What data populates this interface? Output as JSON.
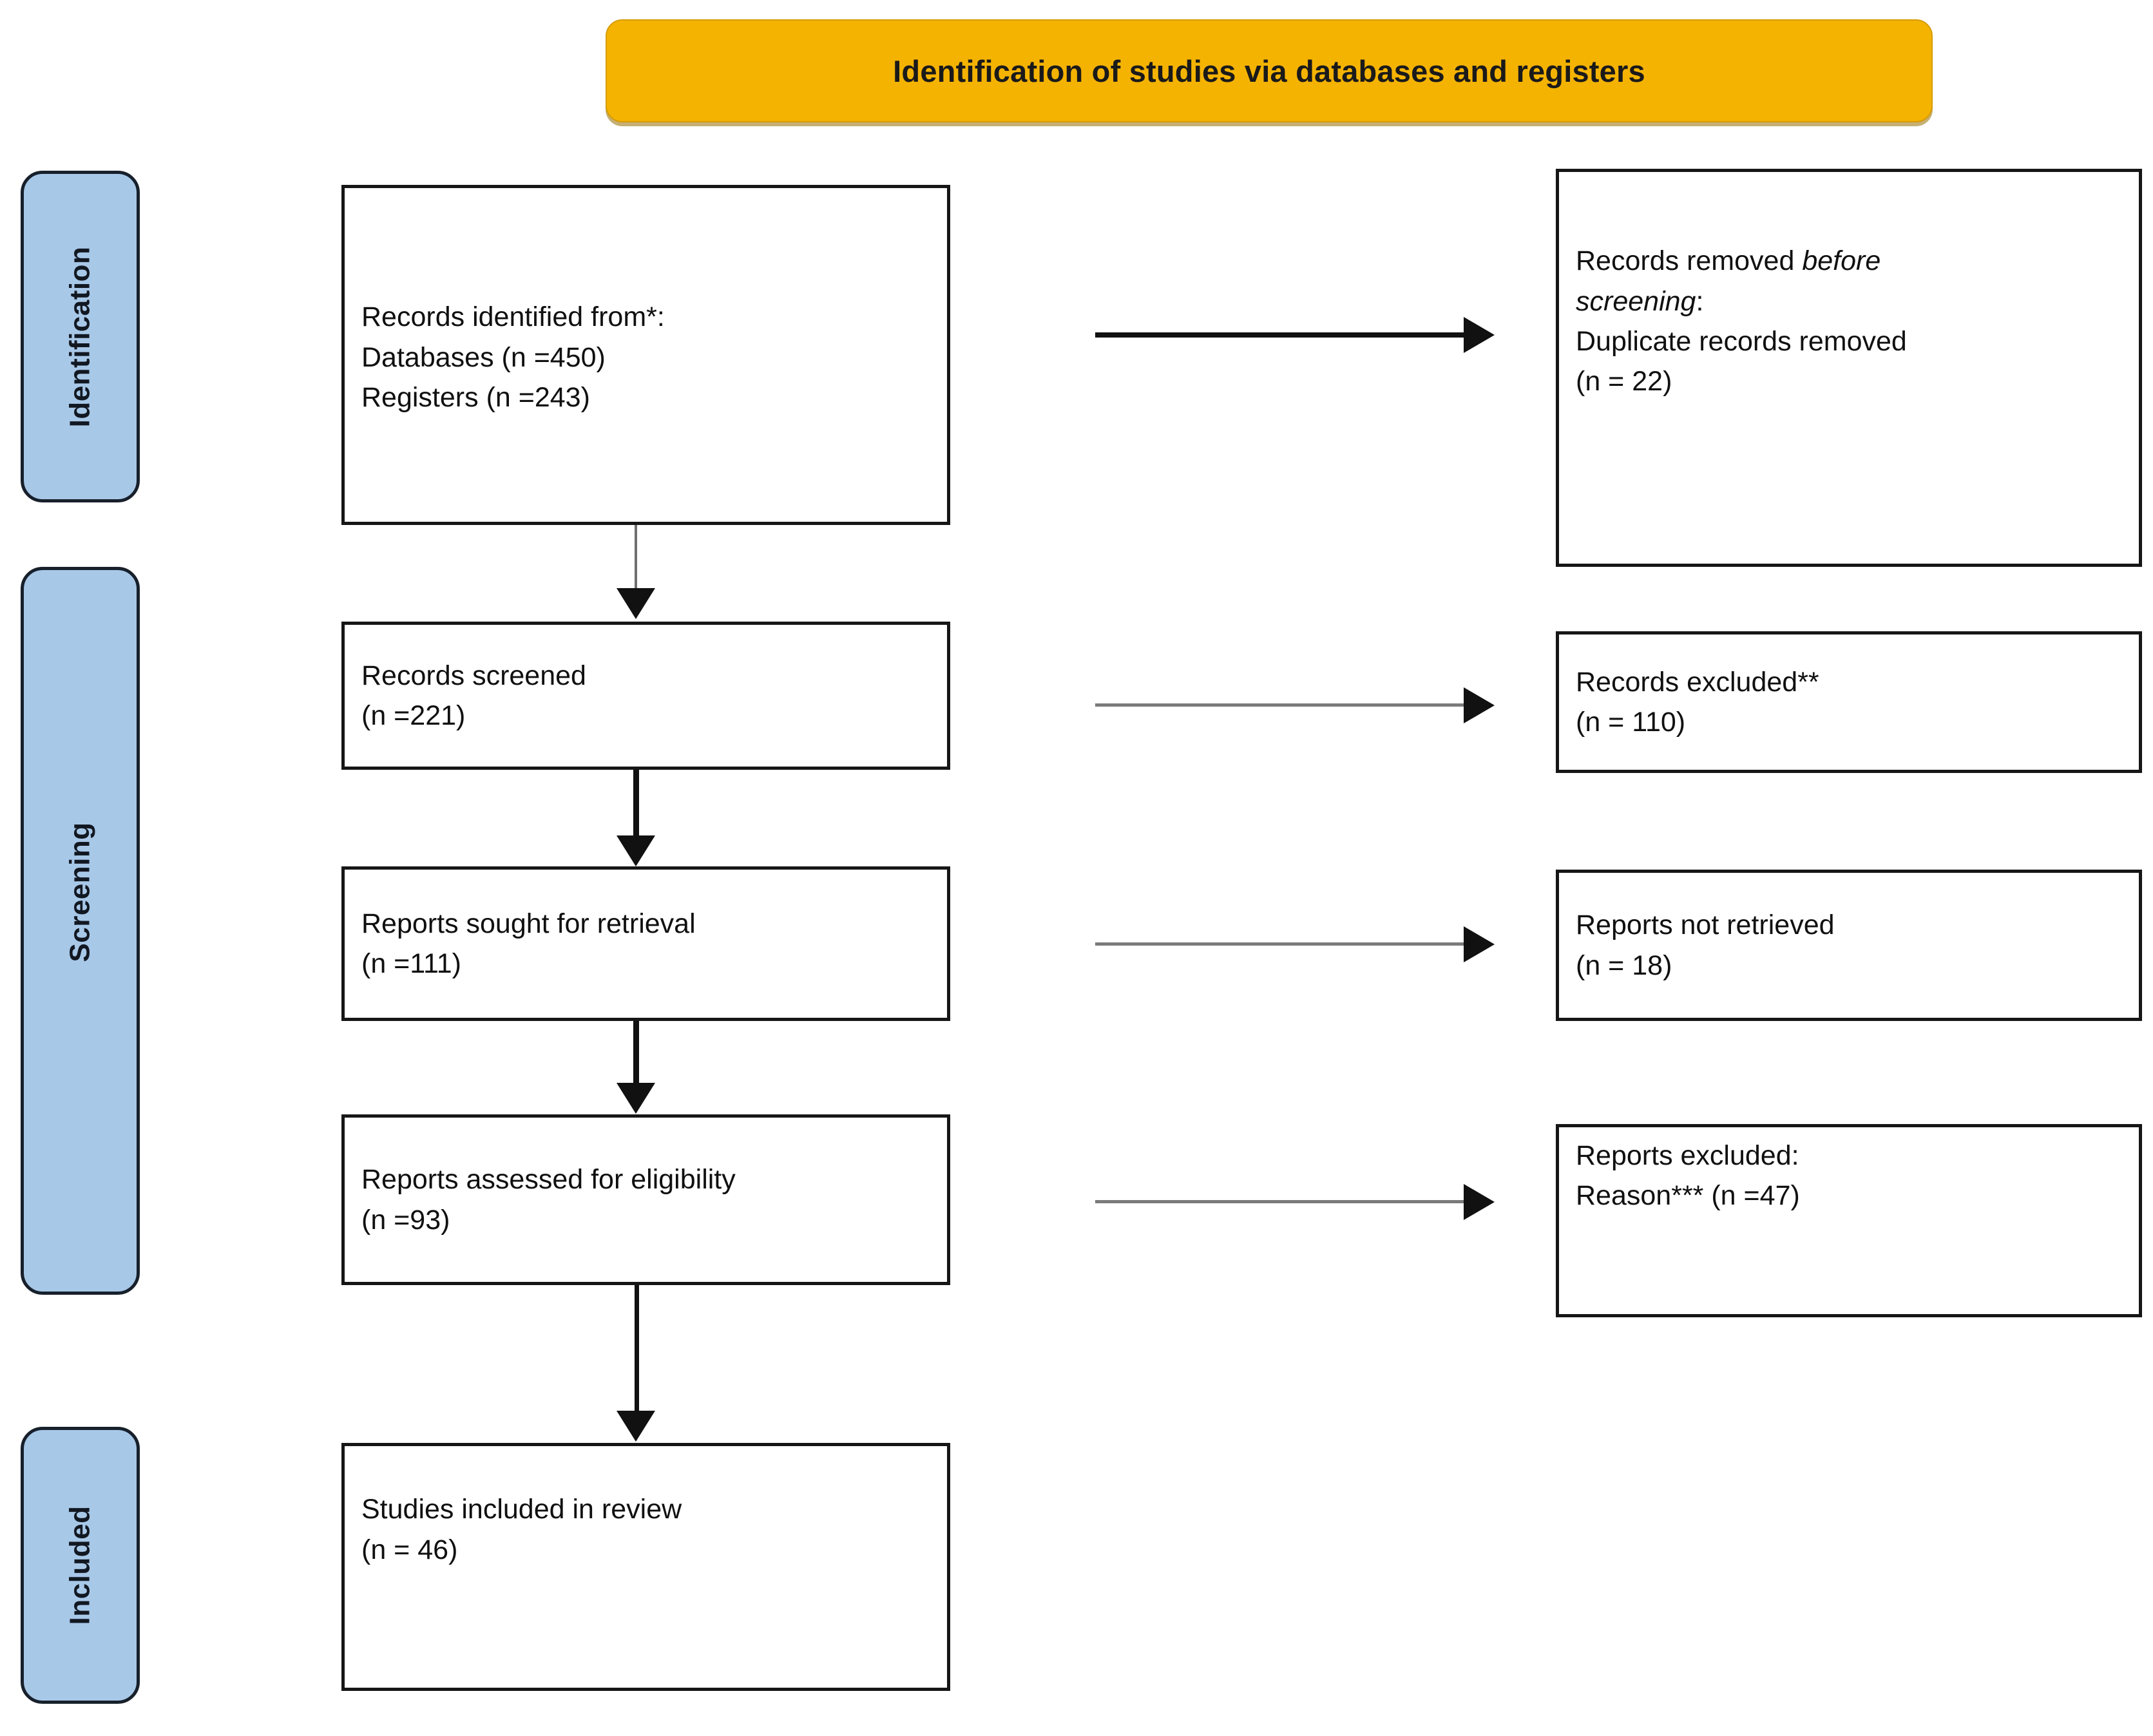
{
  "banner": {
    "title": "Identification of studies via databases and registers",
    "color": "#f5b301"
  },
  "stages": {
    "identification": "Identification",
    "screening": "Screening",
    "included": "Included",
    "color": "#a8c8e8"
  },
  "boxes": {
    "identified": {
      "line1": "Records identified from*:",
      "line2": "Databases (n =450)",
      "line3": "Registers (n =243)"
    },
    "removed_before_screening": {
      "line1_prefix": "Records removed ",
      "line1_italic": "before",
      "line2_italic": "screening",
      "line2_suffix": ":",
      "line3": "Duplicate records removed",
      "line4": "(n = 22)"
    },
    "screened": {
      "line1": "Records screened",
      "line2": "(n =221)"
    },
    "records_excluded": {
      "line1": "Records excluded**",
      "line2": "(n = 110)"
    },
    "sought_for_retrieval": {
      "line1": "Reports sought for retrieval",
      "line2": "(n =111)"
    },
    "not_retrieved": {
      "line1": "Reports not retrieved",
      "line2": "(n = 18)"
    },
    "assessed_for_eligibility": {
      "line1": "Reports assessed for eligibility",
      "line2": "(n =93)"
    },
    "reports_excluded": {
      "line1": "Reports excluded:",
      "line2": "Reason*** (n =47)"
    },
    "studies_included": {
      "line1": "Studies included in review",
      "line2": "(n = 46)"
    }
  },
  "chart_data": {
    "type": "diagram",
    "title": "Identification of studies via databases and registers",
    "flow": [
      {
        "stage": "Identification",
        "node": "Records identified from databases",
        "n": 450
      },
      {
        "stage": "Identification",
        "node": "Records identified from registers",
        "n": 243
      },
      {
        "stage": "Identification",
        "node": "Duplicate records removed before screening",
        "n": 22
      },
      {
        "stage": "Screening",
        "node": "Records screened",
        "n": 221
      },
      {
        "stage": "Screening",
        "node": "Records excluded",
        "n": 110
      },
      {
        "stage": "Screening",
        "node": "Reports sought for retrieval",
        "n": 111
      },
      {
        "stage": "Screening",
        "node": "Reports not retrieved",
        "n": 18
      },
      {
        "stage": "Screening",
        "node": "Reports assessed for eligibility",
        "n": 93
      },
      {
        "stage": "Screening",
        "node": "Reports excluded (Reason)",
        "n": 47
      },
      {
        "stage": "Included",
        "node": "Studies included in review",
        "n": 46
      }
    ]
  }
}
